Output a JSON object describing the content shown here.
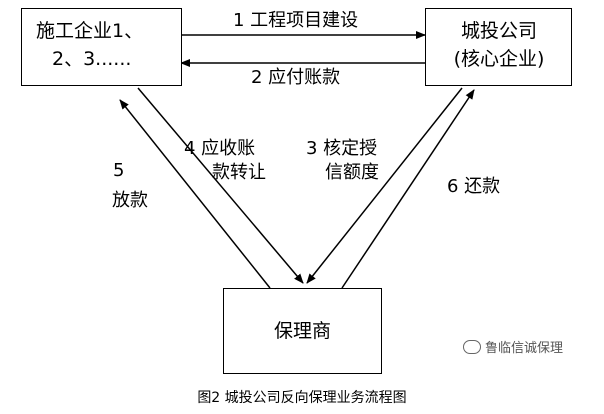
{
  "nodes": {
    "contractor": [
      "施工企业1、",
      "2、3......"
    ],
    "city_investment": [
      "城投公司",
      "(核心企业)"
    ],
    "factor": "保理商"
  },
  "edges": {
    "e1": "1 工程项目建设",
    "e2": "2 应付账款",
    "e3": [
      "3 核定授",
      "信额度"
    ],
    "e4": [
      "4 应收账",
      "款转让"
    ],
    "e5": [
      "5",
      "放款"
    ],
    "e6": "6 还款"
  },
  "watermark": "鲁临信诚保理",
  "caption": "图2 城投公司反向保理业务流程图"
}
